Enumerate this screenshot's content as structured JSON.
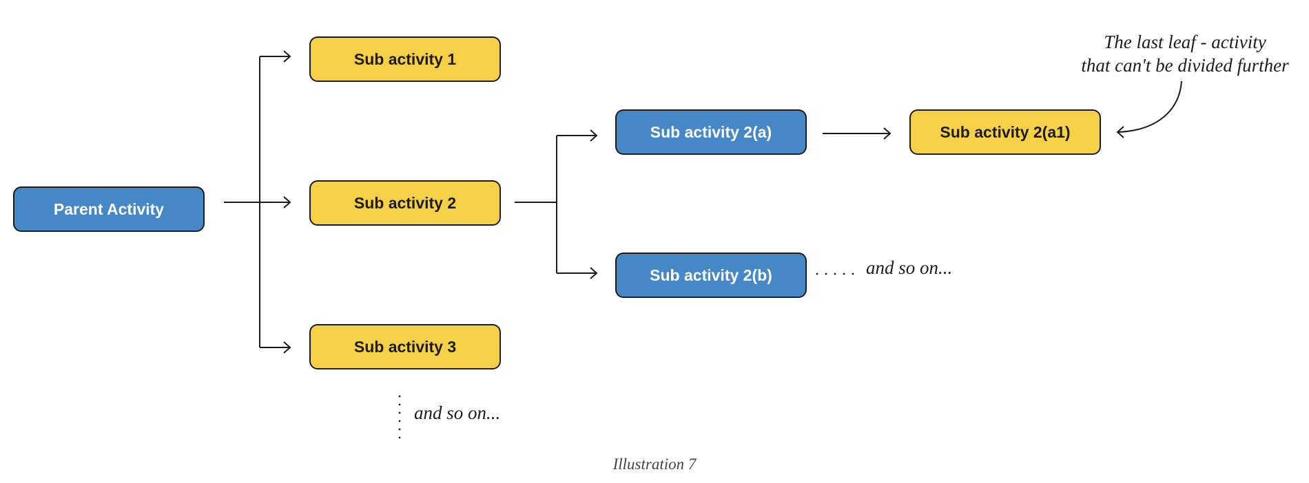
{
  "diagram": {
    "nodes": {
      "parent": "Parent Activity",
      "sub1": "Sub activity 1",
      "sub2": "Sub activity 2",
      "sub3": "Sub activity 3",
      "sub2a": "Sub activity 2(a)",
      "sub2b": "Sub activity 2(b)",
      "sub2a1": "Sub activity 2(a1)"
    },
    "annotations": {
      "leaf_note_line1": "The last leaf - activity",
      "leaf_note_line2": "that can't be divided further",
      "and_so_on_vertical": "and so on...",
      "and_so_on_horizontal": "and so on..."
    },
    "caption": "Illustration 7",
    "colors": {
      "blue_node": "#4587c7",
      "yellow_node": "#f6d147",
      "border": "#1a1a1a",
      "connector": "#1a1a1a"
    }
  }
}
